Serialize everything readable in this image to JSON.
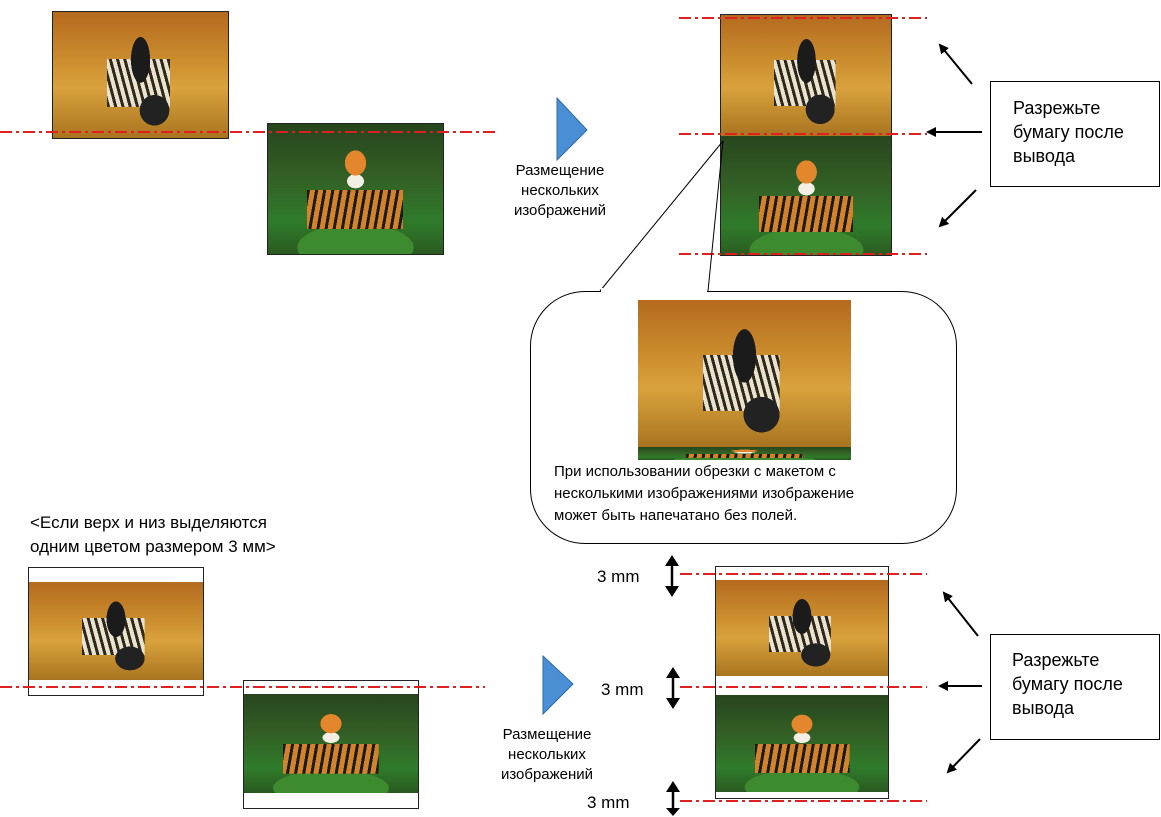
{
  "arrange_label": "Размещение нескольких изображений",
  "arrange_label_lines": [
    "Размещение",
    "нескольких",
    "изображений"
  ],
  "cut_box_lines": [
    "Разрежьте",
    "бумагу после",
    "вывода"
  ],
  "callout_lines": [
    "При  использовании обрезки с макетом с",
    "несколькими изображениями изображение",
    "может быть напечатано без полей."
  ],
  "margin_note_lines": [
    "<Если  верх и низ выделяются",
    "одним цветом размером 3 мм>"
  ],
  "mm_labels": [
    "3 mm",
    "3 mm",
    "3 mm"
  ],
  "images": {
    "zebra": "zebra-photo",
    "tiger": "tiger-photo"
  },
  "colors": {
    "cut_line": "#e02020",
    "arrow_fill": "#4a8fd6",
    "arrow_stroke": "#2c6aa8"
  }
}
